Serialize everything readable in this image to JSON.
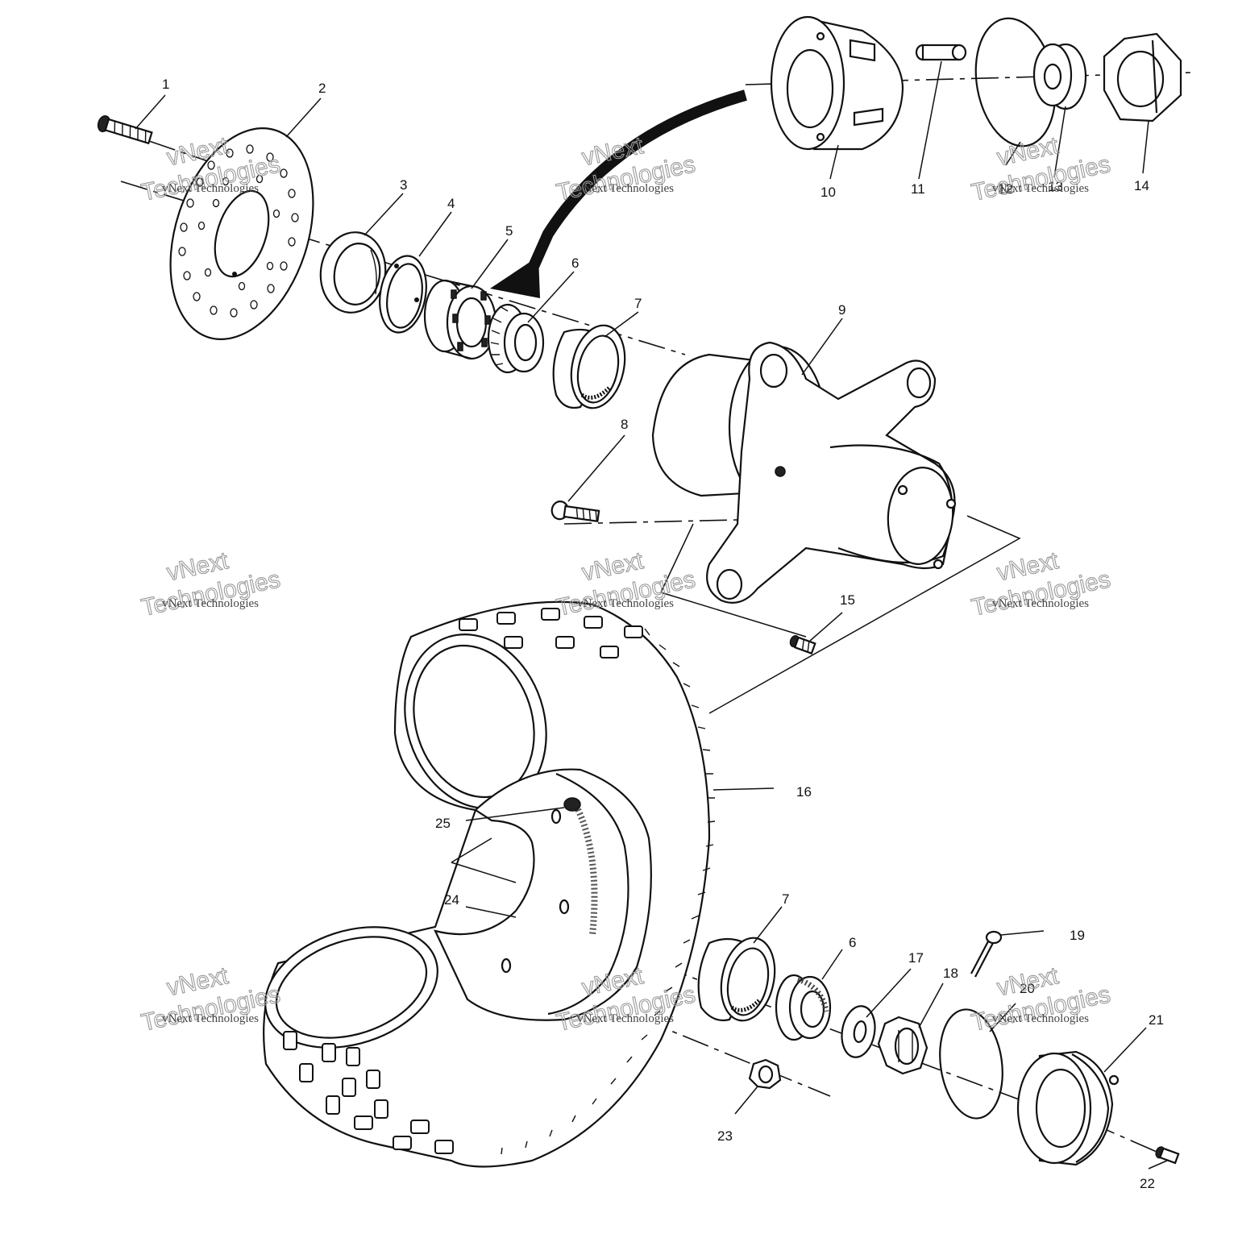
{
  "diagram": {
    "callouts": [
      "1",
      "2",
      "3",
      "4",
      "5",
      "6",
      "7",
      "8",
      "9",
      "10",
      "11",
      "12",
      "13",
      "14",
      "15",
      "16",
      "25",
      "24",
      "7",
      "6",
      "17",
      "19",
      "18",
      "20",
      "21",
      "22",
      "23"
    ],
    "watermark": {
      "line_small": "vNext Technologies",
      "line_big_1": "vNext",
      "line_big_2": "Technologies"
    }
  }
}
